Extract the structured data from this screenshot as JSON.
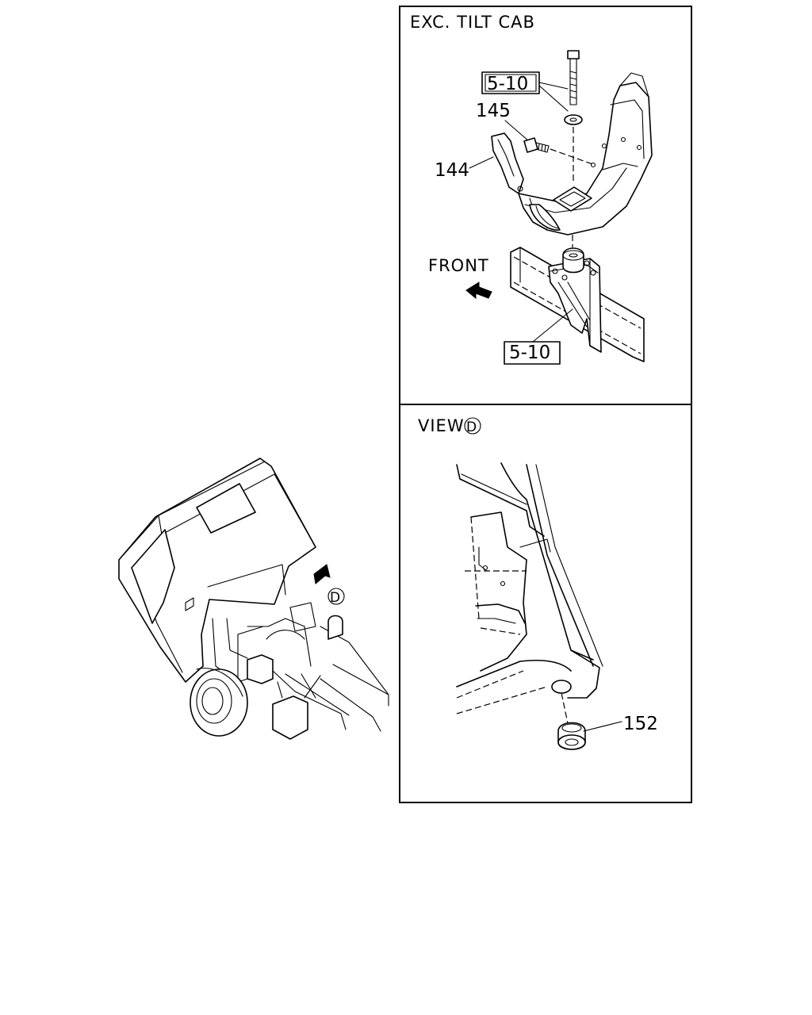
{
  "top_panel": {
    "title": "EXC. TILT CAB",
    "ref_box_top": "5-10",
    "ref_box_bottom": "5-10",
    "callout_145": "145",
    "callout_144": "144",
    "front_label": "FRONT"
  },
  "bottom_panel": {
    "title_prefix": "VIEW",
    "view_letter": "D",
    "callout_152": "152"
  },
  "overview": {
    "view_marker": "D"
  }
}
